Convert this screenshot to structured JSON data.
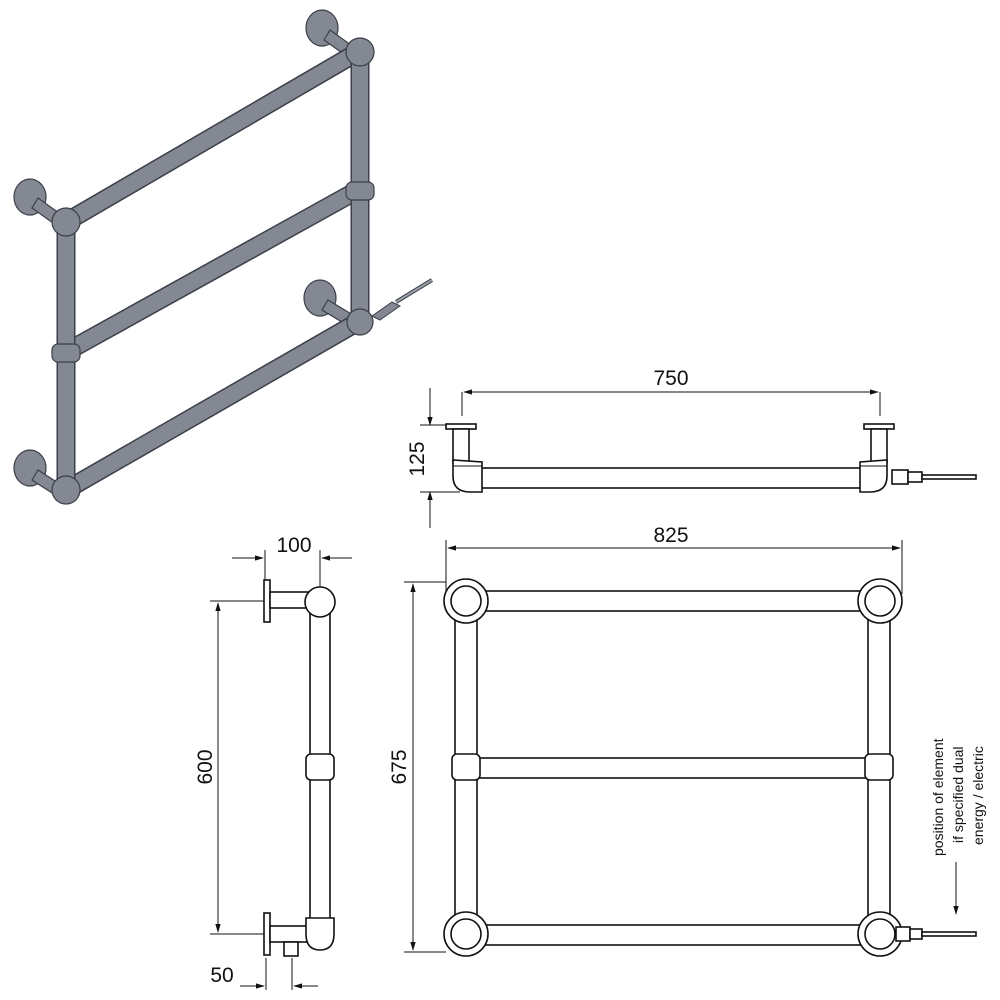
{
  "colors": {
    "line": "#111111",
    "iso_pipe_fill": "#838892",
    "iso_pipe_edge": "#3b3f48",
    "background": "#ffffff"
  },
  "dimensions": {
    "top_width": "750",
    "top_depth": "125",
    "front_width": "825",
    "front_height": "675",
    "side_depth": "100",
    "side_height": "600",
    "side_bottom": "50"
  },
  "note": {
    "line1": "position of element",
    "line2": "if specified dual",
    "line3": "energy / electric"
  }
}
